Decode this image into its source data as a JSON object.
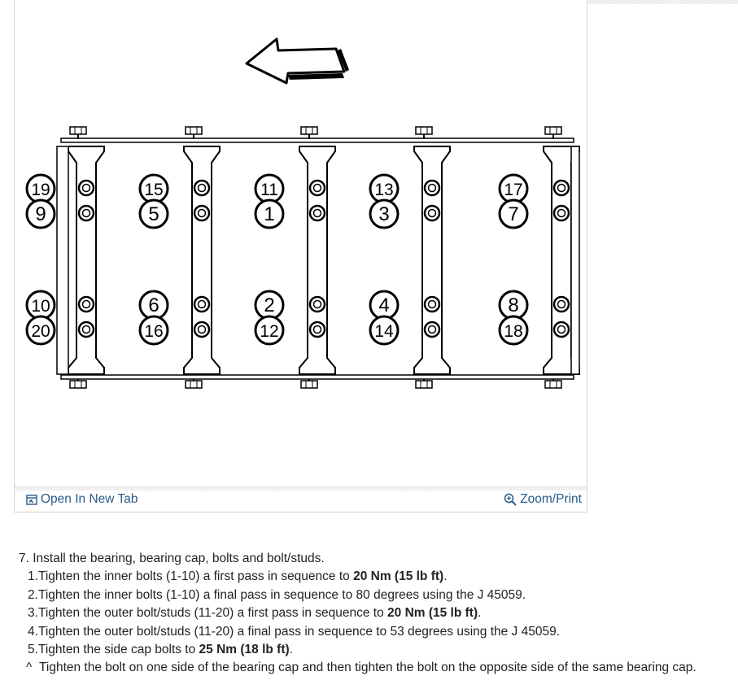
{
  "figure": {
    "sequence_numbers": [
      19,
      9,
      10,
      20,
      15,
      5,
      6,
      16,
      11,
      1,
      2,
      12,
      13,
      3,
      4,
      14,
      17,
      7,
      8,
      18
    ]
  },
  "toolbar": {
    "open_new_tab_label": "Open In New Tab",
    "zoom_print_label": "Zoom/Print"
  },
  "instructions": {
    "step_number": "7.",
    "step_text": "Install the bearing, bearing cap, bolts and bolt/studs.",
    "substeps": [
      {
        "num": "1.",
        "text": "Tighten the inner bolts (1-10) a first pass in sequence to ",
        "torque": "20 Nm (15 lb ft)",
        "after": "."
      },
      {
        "num": "2.",
        "text": "Tighten the inner bolts (1-10) a final pass in sequence to 80 degrees using the J 45059.",
        "torque": "",
        "after": ""
      },
      {
        "num": "3.",
        "text": "Tighten the outer bolt/studs (11-20) a first pass in sequence to ",
        "torque": "20 Nm (15 lb ft)",
        "after": "."
      },
      {
        "num": "4.",
        "text": "Tighten the outer bolt/studs (11-20) a final pass in sequence to 53 degrees using the J 45059.",
        "torque": "",
        "after": ""
      },
      {
        "num": "5.",
        "text": "Tighten the side cap bolts to ",
        "torque": "25 Nm (18 lb ft)",
        "after": "."
      }
    ],
    "note_marker": "^",
    "note": "Tighten the bolt on one side of the bearing cap and then tighten the bolt on the opposite side of the same bearing cap."
  }
}
